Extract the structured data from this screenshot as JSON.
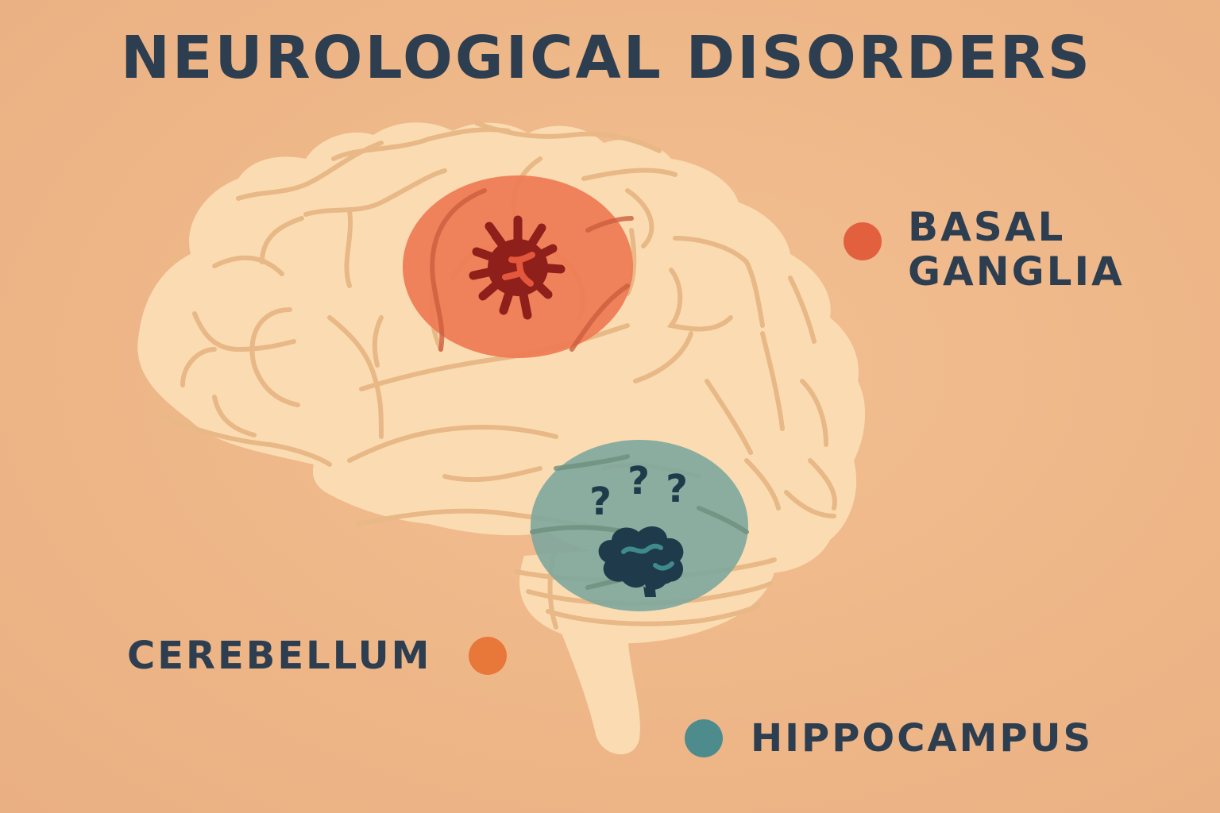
{
  "title": "NEUROLOGICAL DISORDERS",
  "colors": {
    "background": "#efb98a",
    "brain_fill": "#fbdcb2",
    "sulci_stroke": "#e8b886",
    "text": "#2d3e50",
    "basal_ganglia_dot": "#e3603e",
    "cerebellum_dot": "#e8773a",
    "hippocampus_dot": "#4d8b8c",
    "lesion_red_area": "#ee7a52",
    "lesion_core": "#8e1f1a",
    "lesion_highlight": "#e3583c",
    "memory_green_area": "#7ea79d",
    "memory_icon": "#1f3a4a",
    "memory_icon_accent": "#3f8a8a"
  },
  "labels": {
    "basal_ganglia": {
      "line1": "BASAL",
      "line2": "GANGLIA",
      "icon": "orange-red-dot"
    },
    "cerebellum": {
      "text": "CEREBELLUM",
      "icon": "orange-dot"
    },
    "hippocampus": {
      "text": "HIPPOCAMPUS",
      "icon": "teal-dot"
    }
  },
  "highlights": {
    "upper_region": {
      "icon": "virus-lesion-icon",
      "description": "red circular region with dark spiky lesion"
    },
    "lower_region": {
      "icon": "confused-brain-icon",
      "description": "teal circular region with small brain and three question marks",
      "symbols": [
        "?",
        "?",
        "?"
      ]
    }
  }
}
